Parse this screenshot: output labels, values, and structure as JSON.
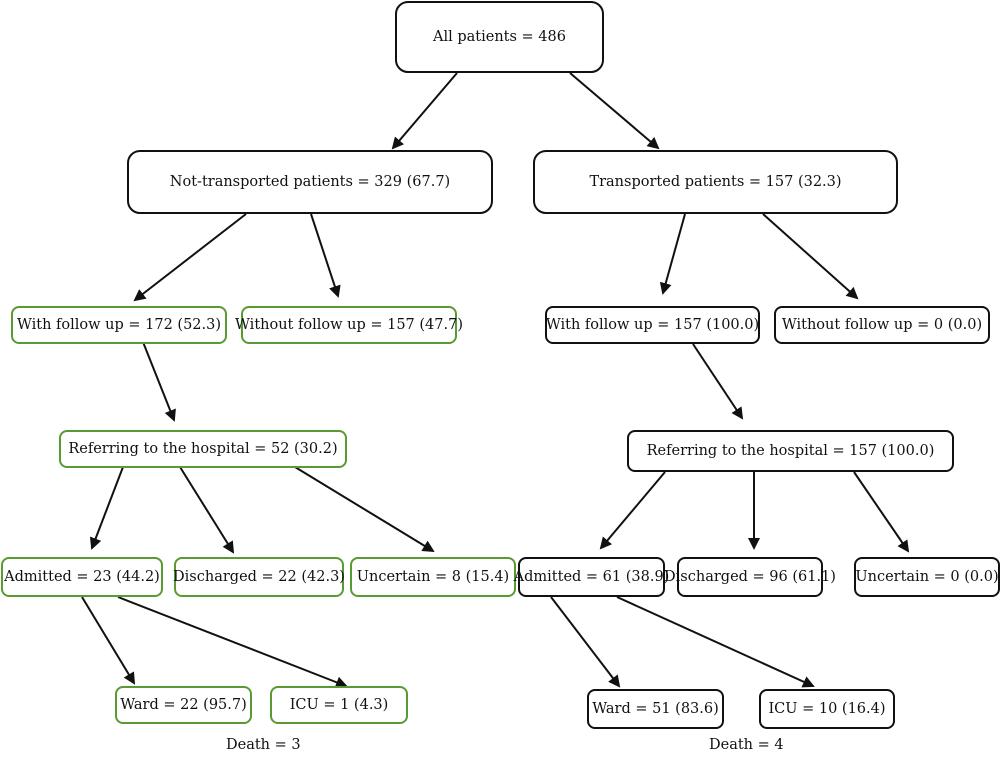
{
  "nodes": {
    "all_patients": "All patients = 486",
    "not_transported": "Not-transported patients = 329 (67.7)",
    "transported": "Transported patients = 157 (32.3)",
    "nt_with_follow_up": "With follow up = 172 (52.3)",
    "nt_without_follow_up": "Without follow up = 157 (47.7)",
    "t_with_follow_up": "With follow up = 157 (100.0)",
    "t_without_follow_up": "Without follow up = 0 (0.0)",
    "nt_referring": "Referring to the hospital = 52 (30.2)",
    "t_referring": "Referring to the hospital =  157 (100.0)",
    "nt_admitted": "Admitted = 23 (44.2)",
    "nt_discharged": "Discharged = 22 (42.3)",
    "nt_uncertain": "Uncertain = 8 (15.4)",
    "t_admitted": "Admitted = 61 (38.9)",
    "t_discharged": "Discharged = 96 (61.1)",
    "t_uncertain": "Uncertain = 0 (0.0)",
    "nt_ward": "Ward = 22 (95.7)",
    "nt_icu": "ICU = 1 (4.3)",
    "t_ward": "Ward = 51 (83.6)",
    "t_icu": "ICU = 10 (16.4)"
  },
  "notes": {
    "nt_death": "Death = 3",
    "t_death": "Death = 4"
  },
  "colors": {
    "not_transported_follow_up_branch": "#5a9a32",
    "default_border": "#111111"
  }
}
